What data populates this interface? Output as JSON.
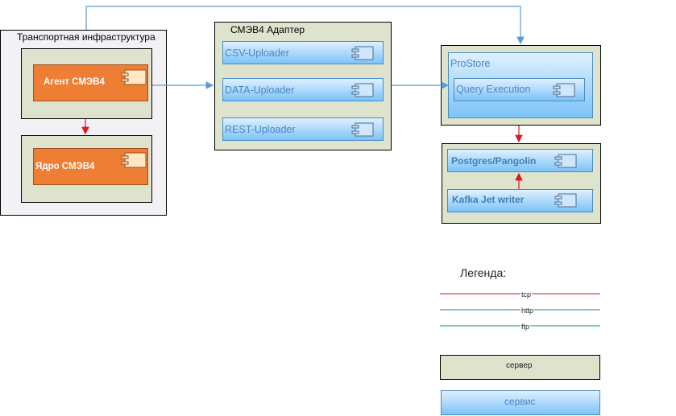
{
  "transport": {
    "title": "Транспортная инфраструктура"
  },
  "agent": {
    "label": "Агент СМЭВ4"
  },
  "core": {
    "label": "Ядро СМЭВ4"
  },
  "adapter": {
    "title": "СМЭВ4 Адаптер",
    "services": [
      "CSV-Uploader",
      "DATA-Uploader",
      "REST-Uploader"
    ]
  },
  "prostore": {
    "title": "ProStore",
    "query": "Query Execution"
  },
  "storage": {
    "postgres": "Postgres/Pangolin",
    "kafka": "Kafka Jet writer"
  },
  "legend": {
    "title": "Легенда:",
    "tcp": "tcp",
    "http": "http",
    "ftp": "ftp",
    "server": "сервер",
    "service": "сервис"
  },
  "colors": {
    "tcp": "#e0161d",
    "http": "#2e7fa9",
    "ftp": "#1f9a6b",
    "connector": "#5b9bd5",
    "server_fill": "#dde3cc",
    "orange": "#ee7e33"
  },
  "icons": [
    "component-icon"
  ]
}
